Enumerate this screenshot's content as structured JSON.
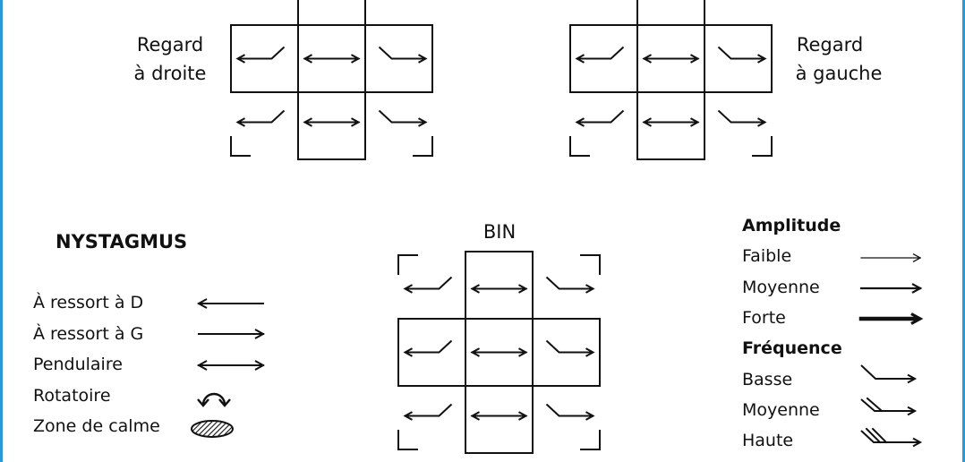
{
  "colors": {
    "border": "#2a9ad6",
    "ink": "#111111"
  },
  "panels": {
    "right_gaze": {
      "label_line1": "Regard",
      "label_line2": "à droite"
    },
    "left_gaze": {
      "label_line1": "Regard",
      "label_line2": "à gauche"
    },
    "bin": {
      "title": "BIN"
    }
  },
  "legend_nystagmus": {
    "title": "NYSTAGMUS",
    "items": [
      {
        "label": "À ressort à D",
        "icon": "arrow-left-icon"
      },
      {
        "label": "À ressort à G",
        "icon": "arrow-right-icon"
      },
      {
        "label": "Pendulaire",
        "icon": "double-arrow-icon"
      },
      {
        "label": "Rotatoire",
        "icon": "rotation-icon"
      },
      {
        "label": "Zone de calme",
        "icon": "hatched-ellipse-icon"
      }
    ]
  },
  "legend_amplitude": {
    "title": "Amplitude",
    "items": [
      {
        "label": "Faible",
        "icon": "thin-arrow-icon"
      },
      {
        "label": "Moyenne",
        "icon": "medium-arrow-icon"
      },
      {
        "label": "Forte",
        "icon": "thick-arrow-icon"
      }
    ]
  },
  "legend_frequency": {
    "title": "Fréquence",
    "items": [
      {
        "label": "Basse",
        "icon": "low-frequency-icon"
      },
      {
        "label": "Moyenne",
        "icon": "medium-frequency-icon"
      },
      {
        "label": "Haute",
        "icon": "high-frequency-icon"
      }
    ]
  }
}
